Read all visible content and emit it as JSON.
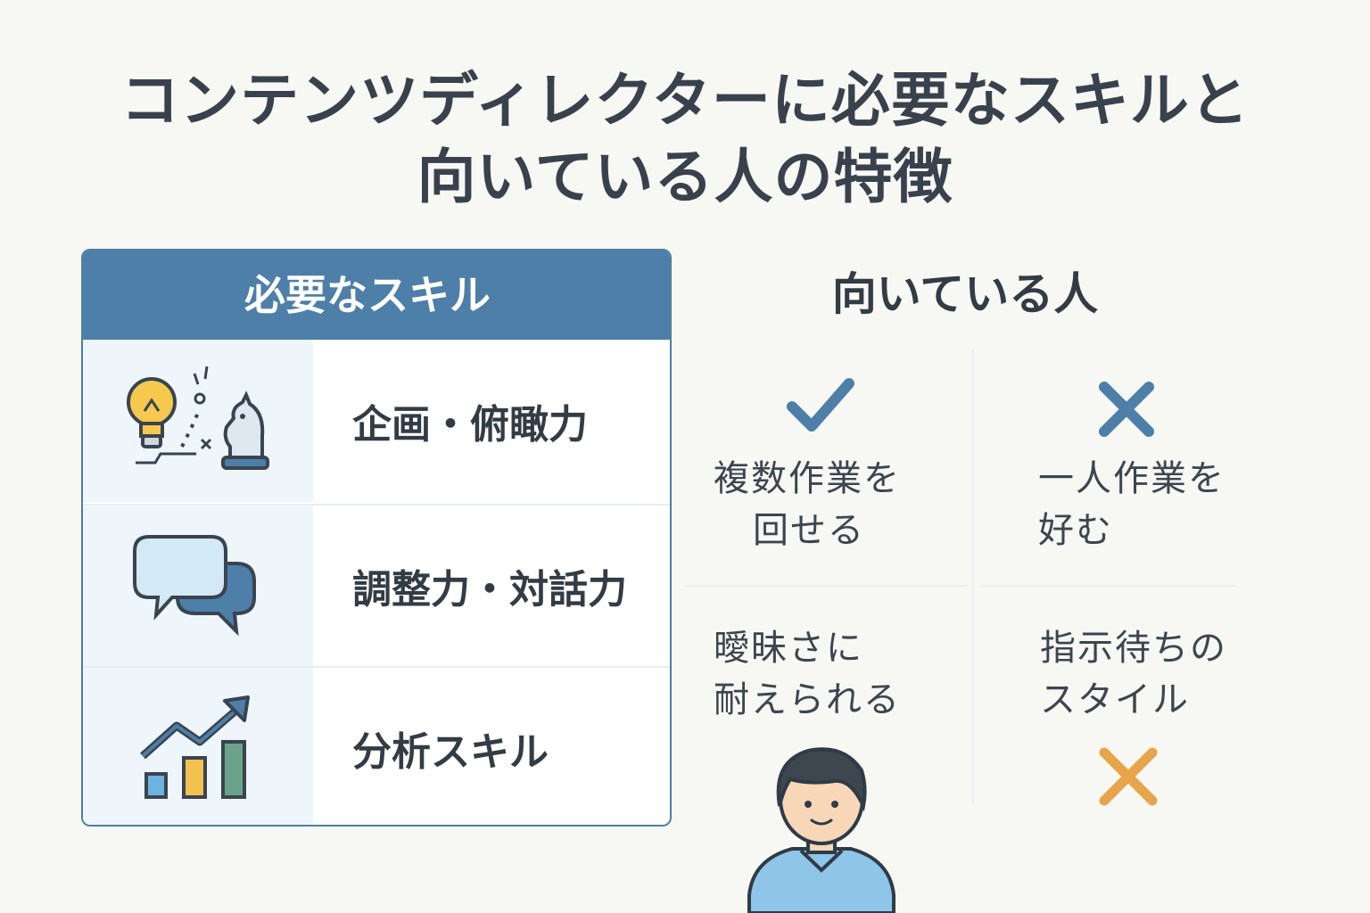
{
  "title": {
    "line1": "コンテンツディレクターに必要なスキルと",
    "line2": "向いている人の特徴"
  },
  "skills": {
    "header": "必要なスキル",
    "items": [
      {
        "label": "企画・俯瞰力",
        "icon": "idea-strategy-icon"
      },
      {
        "label": "調整力・対話力",
        "icon": "chat-bubbles-icon"
      },
      {
        "label": "分析スキル",
        "icon": "growth-chart-icon"
      }
    ]
  },
  "suited": {
    "header": "向いている人",
    "good": {
      "mark": "check-icon",
      "color": "#4d7fa8",
      "traits": [
        {
          "line1": "複数作業を",
          "line2": "回せる"
        },
        {
          "line1": "曖昧さに",
          "line2": "耐えられる"
        }
      ]
    },
    "bad": {
      "mark": "cross-icon",
      "color": "#4d7fa8",
      "traits": [
        {
          "line1": "一人作業を",
          "line2": "好む"
        },
        {
          "line1": "指示待ちの",
          "line2": "スタイル"
        }
      ]
    },
    "accent_cross_color": "#e8a44a"
  },
  "colors": {
    "primary": "#4d7fa8",
    "text": "#333c45",
    "background": "#f7f7f4",
    "icon_fill_light": "#eef6fb"
  }
}
